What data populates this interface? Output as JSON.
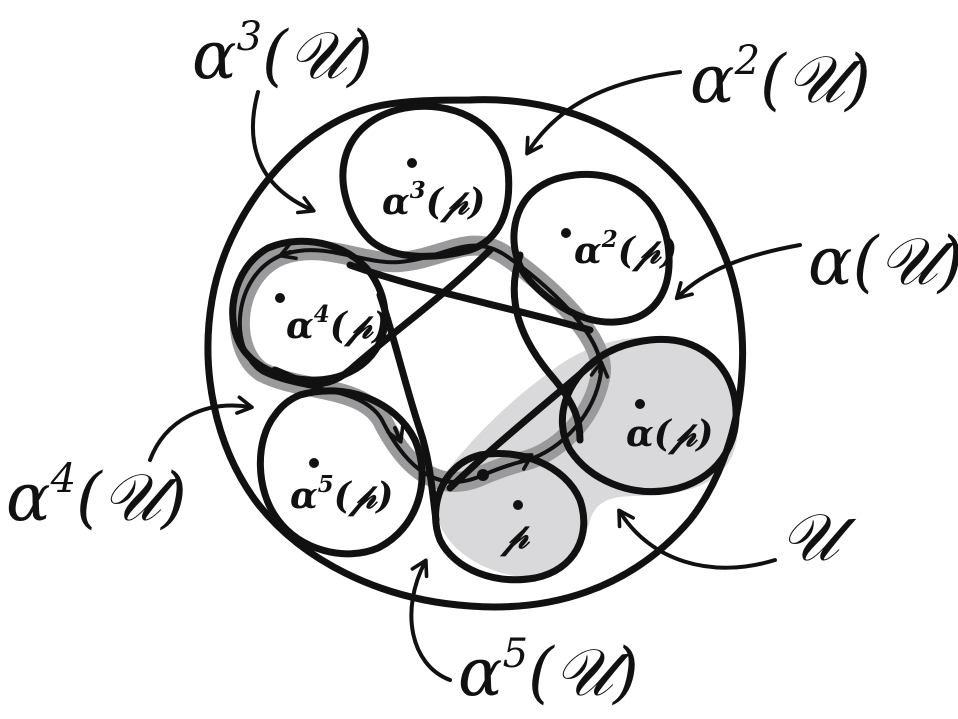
{
  "colors": {
    "ink": "#111111",
    "shaded_region": "#d9d9db",
    "loop_halo": "#9a9a9c",
    "background": "#ffffff"
  },
  "exterior_labels": {
    "u": {
      "base": "𝒰",
      "exp": ""
    },
    "alpha_u": {
      "base": "α(𝒰)",
      "exp": ""
    },
    "alpha2_u": {
      "base": "α",
      "exp": "2",
      "arg": "(𝒰)"
    },
    "alpha3_u": {
      "base": "α",
      "exp": "3",
      "arg": "(𝒰)"
    },
    "alpha4_u": {
      "base": "α",
      "exp": "4",
      "arg": "(𝒰)"
    },
    "alpha5_u": {
      "base": "α",
      "exp": "5",
      "arg": "(𝒰)"
    }
  },
  "interior_labels": {
    "p": {
      "base": "𝓅",
      "exp": "",
      "arg": ""
    },
    "alpha_p": {
      "base": "α(𝓅)",
      "exp": "",
      "arg": ""
    },
    "alpha2_p": {
      "base": "α",
      "exp": "2",
      "arg": "(𝓅)"
    },
    "alpha3_p": {
      "base": "α",
      "exp": "3",
      "arg": "(𝓅)"
    },
    "alpha4_p": {
      "base": "α",
      "exp": "4",
      "arg": "(𝓅)"
    },
    "alpha5_p": {
      "base": "α",
      "exp": "5",
      "arg": "(𝓅)"
    }
  }
}
